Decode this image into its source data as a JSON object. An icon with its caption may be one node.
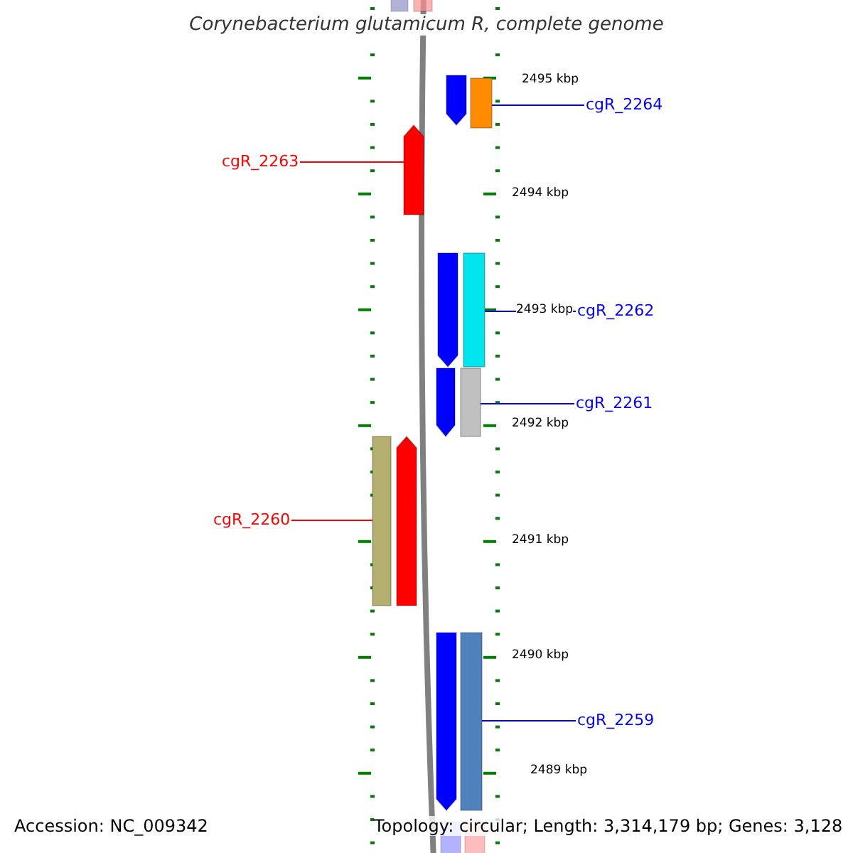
{
  "diagram": {
    "title": "Corynebacterium glutamicum R, complete genome",
    "nodes": [
      {
        "text": [
          "cgR_2264"
        ]
      },
      {
        "text": [
          "cgR_2263"
        ]
      },
      {
        "text": [
          "cgR_2262"
        ]
      },
      {
        "text": [
          "cgR_2261"
        ]
      },
      {
        "text": [
          "cgR_2260"
        ]
      },
      {
        "text": [
          "cgR_2259"
        ]
      },
      {
        "text": [],
        "shape": "bar"
      },
      {
        "text": [],
        "shape": "bar"
      },
      {
        "text": [],
        "shape": "arrow"
      },
      {
        "text": [],
        "shape": "bar"
      },
      {
        "text": [],
        "shape": "arrow"
      },
      {
        "text": [],
        "shape": "arrow"
      },
      {
        "text": [],
        "shape": "bar"
      },
      {
        "text": [],
        "shape": "arrow"
      },
      {
        "text": [],
        "shape": "bar"
      },
      {
        "text": [],
        "shape": "bar"
      },
      {
        "text": [],
        "shape": "arrow"
      },
      {
        "text": [],
        "shape": "arrow"
      },
      {
        "text": [],
        "shape": "bar"
      },
      {
        "text": [],
        "shape": "bar"
      },
      {
        "text": [],
        "shape": "bar"
      }
    ],
    "edges": [
      {
        "from": 0,
        "to": 9,
        "arrow": "none",
        "color": "#0000ff"
      },
      {
        "from": 1,
        "to": 10,
        "arrow": "none",
        "color": "#ff0000"
      },
      {
        "from": 2,
        "to": 12,
        "arrow": "none",
        "color": "#0000ff"
      },
      {
        "from": 3,
        "to": 14,
        "arrow": "none",
        "color": "#0000ff"
      },
      {
        "from": 4,
        "to": 15,
        "arrow": "none",
        "color": "#ff0000"
      },
      {
        "from": 5,
        "to": 18,
        "arrow": "none",
        "color": "#0000ff"
      }
    ],
    "labels": [
      "2495 kbp",
      "2494 kbp",
      "2493 kbp",
      "2492 kbp",
      "2491 kbp",
      "2490 kbp",
      "2489 kbp",
      "Accession: NC_009342",
      "Topology: circular; Length: 3,314,179 bp; Genes: 3,128"
    ]
  }
}
